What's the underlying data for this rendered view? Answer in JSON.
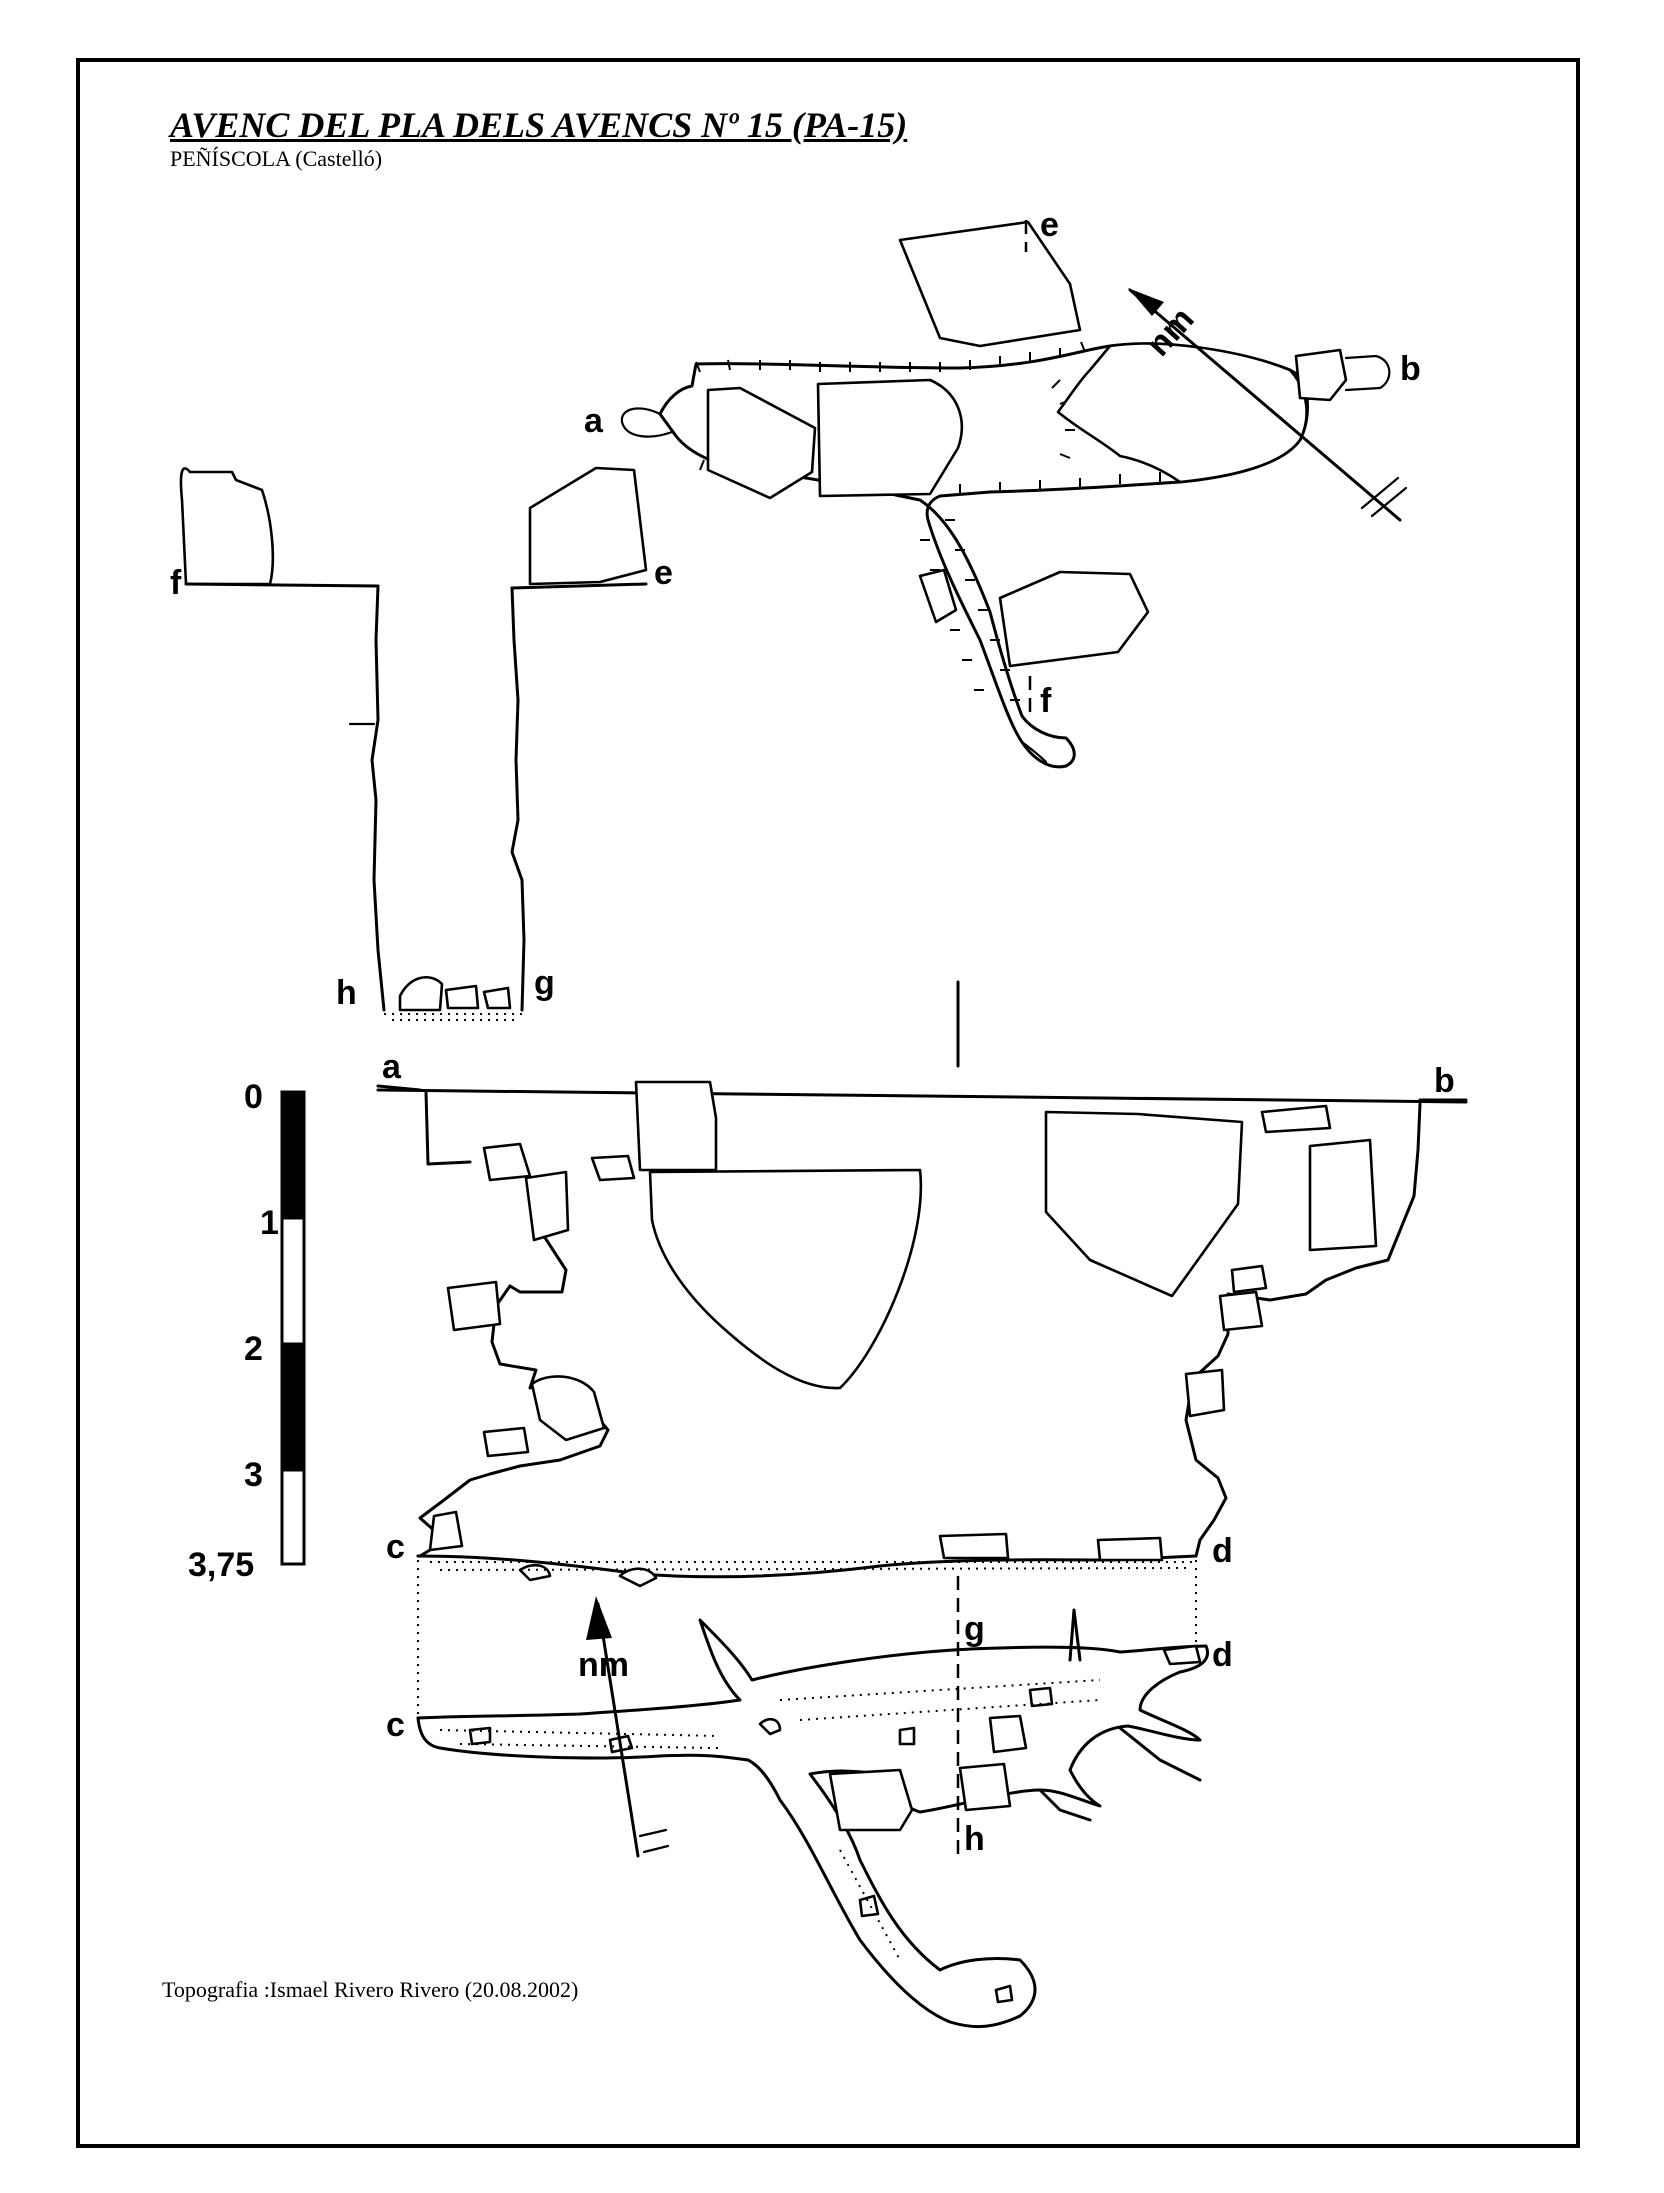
{
  "title": "AVENC DEL PLA DELS AVENCS Nº 15 (PA-15)",
  "subtitle": "PEÑÍSCOLA  (Castelló)",
  "credit": "Topografia :Ismael Rivero Rivero (20.08.2002)",
  "north_label": "nm",
  "section_labels": {
    "a": "a",
    "b": "b",
    "c": "c",
    "d": "d",
    "e": "e",
    "f": "f",
    "g": "g",
    "h": "h"
  },
  "scale": {
    "ticks": [
      "0",
      "1",
      "2",
      "3",
      "3,75"
    ]
  },
  "colors": {
    "ink": "#000000",
    "paper": "#ffffff"
  }
}
